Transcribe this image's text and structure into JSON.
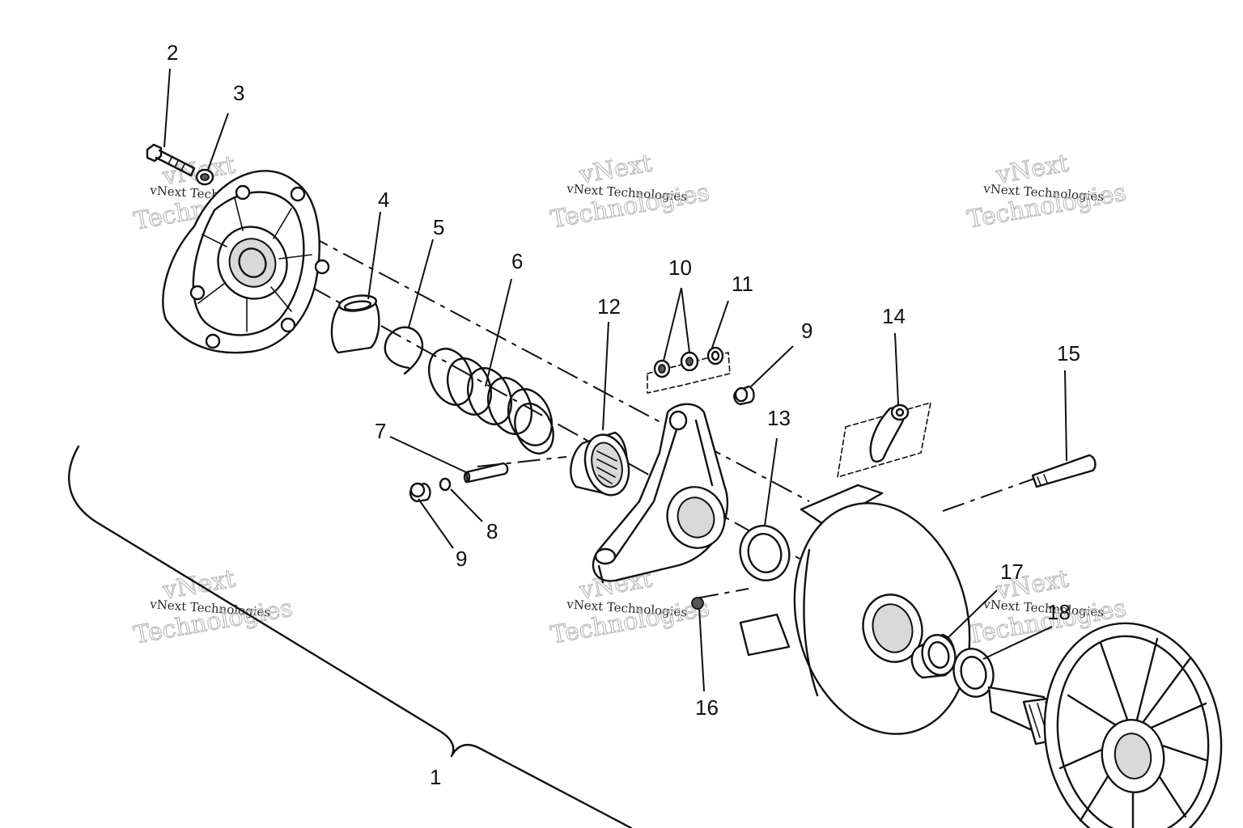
{
  "callouts": [
    "1",
    "2",
    "3",
    "4",
    "5",
    "6",
    "7",
    "8",
    "9",
    "10",
    "11",
    "12",
    "13",
    "14",
    "15",
    "16",
    "17",
    "18"
  ],
  "watermark": {
    "line1": "vNext Technologies",
    "line2_big": "vNext",
    "line3_big": "Technologies"
  },
  "colors": {
    "ink": "#111111",
    "paper": "#ffffff",
    "watermark": "#b8b8b8"
  }
}
